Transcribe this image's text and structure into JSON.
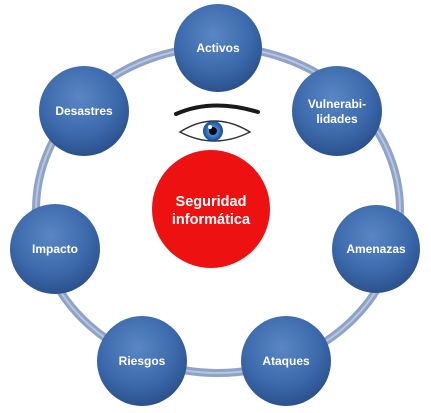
{
  "diagram": {
    "center": {
      "lines": [
        "Seguridad",
        "informática"
      ],
      "color": "#ee1111"
    },
    "nodes": [
      {
        "id": "activos",
        "lines": [
          "Activos"
        ]
      },
      {
        "id": "vulnerabilidades",
        "lines": [
          "Vulnerabi-",
          "lidades"
        ]
      },
      {
        "id": "amenazas",
        "lines": [
          "Amenazas"
        ]
      },
      {
        "id": "ataques",
        "lines": [
          "Ataques"
        ]
      },
      {
        "id": "riesgos",
        "lines": [
          "Riesgos"
        ]
      },
      {
        "id": "impacto",
        "lines": [
          "Impacto"
        ]
      },
      {
        "id": "desastres",
        "lines": [
          "Desastres"
        ]
      }
    ],
    "eye_icon": "eye-icon",
    "colors": {
      "node": "#3f6fb0",
      "node_dark": "#2a4d85",
      "ring": "#8fa3c8",
      "text": "#ffffff",
      "iris": "#2f6fc0"
    }
  }
}
